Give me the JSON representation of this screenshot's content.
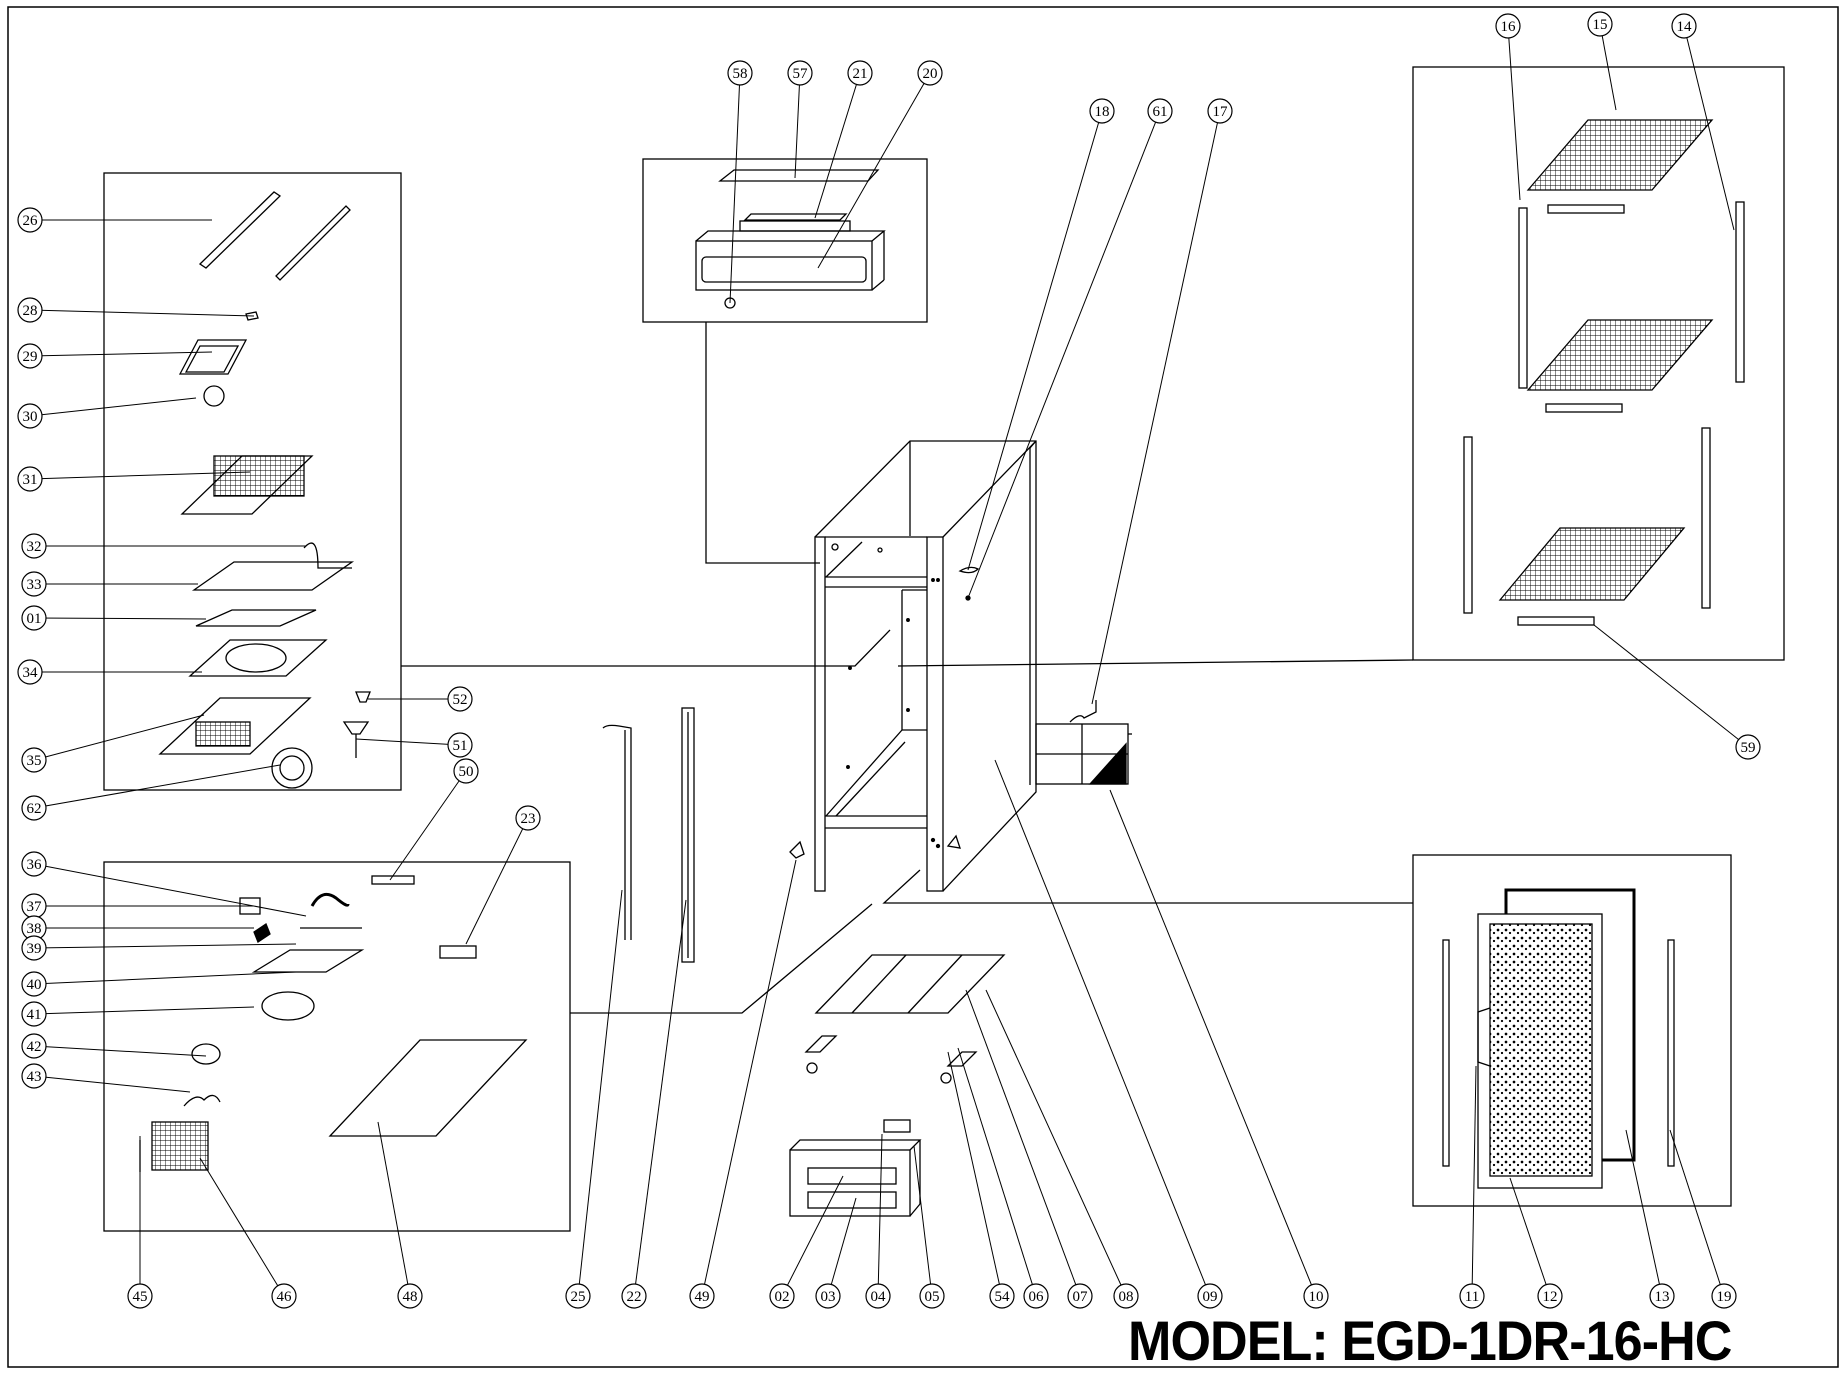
{
  "title": "MODEL: EGD-1DR-16-HC",
  "colors": {
    "line": "#000000",
    "background": "#ffffff"
  },
  "callouts": [
    "01",
    "02",
    "03",
    "04",
    "05",
    "06",
    "07",
    "08",
    "09",
    "10",
    "11",
    "12",
    "13",
    "14",
    "15",
    "16",
    "17",
    "18",
    "19",
    "20",
    "21",
    "22",
    "23",
    "25",
    "26",
    "28",
    "29",
    "30",
    "31",
    "32",
    "33",
    "34",
    "35",
    "36",
    "37",
    "38",
    "39",
    "40",
    "41",
    "42",
    "43",
    "45",
    "46",
    "48",
    "49",
    "50",
    "51",
    "52",
    "54",
    "57",
    "58",
    "59",
    "61",
    "62"
  ],
  "groups": {
    "top_left_parts": [
      "26",
      "28",
      "29",
      "30",
      "31",
      "32",
      "33",
      "01",
      "34",
      "35",
      "62",
      "52",
      "51"
    ],
    "lower_left_parts": [
      "36",
      "37",
      "38",
      "39",
      "40",
      "41",
      "42",
      "43",
      "45",
      "46",
      "48",
      "50",
      "23"
    ],
    "top_canopy": [
      "58",
      "57",
      "21",
      "20"
    ],
    "shelving": [
      "16",
      "15",
      "14",
      "59"
    ],
    "door": [
      "11",
      "12",
      "13",
      "19"
    ]
  }
}
